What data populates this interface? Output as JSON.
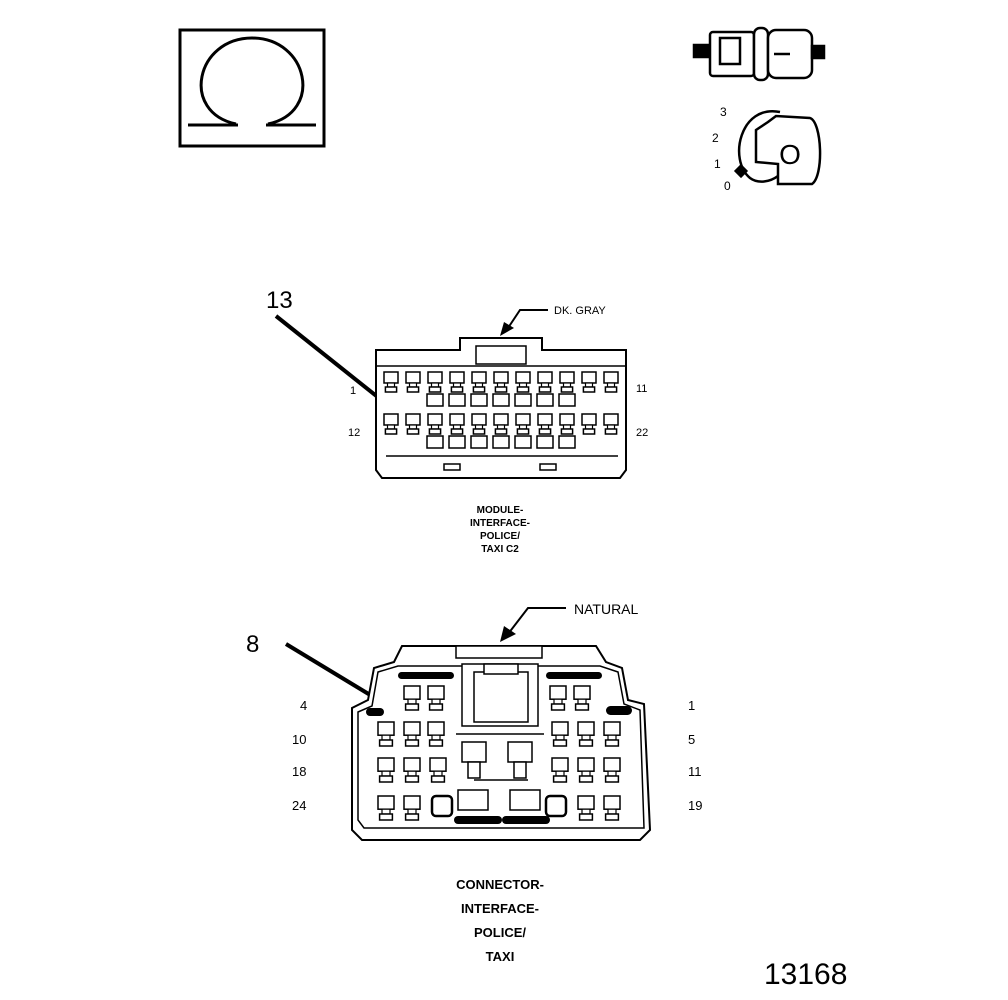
{
  "ohm_symbol": {
    "glyph": "Ω",
    "icon": "ohm-meter-icon"
  },
  "ignition": {
    "icon": "ignition-switch-key-icon",
    "positions": [
      "3",
      "2",
      "1",
      "0"
    ],
    "key_glyph": "O"
  },
  "connector_c2": {
    "callout": "13",
    "color_label": "DK. GRAY",
    "pin_left_top": "1",
    "pin_right_top": "11",
    "pin_left_bottom": "12",
    "pin_right_bottom": "22",
    "caption": [
      "MODULE-",
      "INTERFACE-",
      "POLICE/",
      "TAXI C2"
    ]
  },
  "connector_2": {
    "callout": "8",
    "color_label": "NATURAL",
    "left_pins": [
      "4",
      "10",
      "18",
      "24"
    ],
    "right_pins": [
      "1",
      "5",
      "11",
      "19"
    ],
    "caption": [
      "CONNECTOR-",
      "INTERFACE-",
      "POLICE/",
      "TAXI"
    ]
  },
  "figure_number": "13168"
}
